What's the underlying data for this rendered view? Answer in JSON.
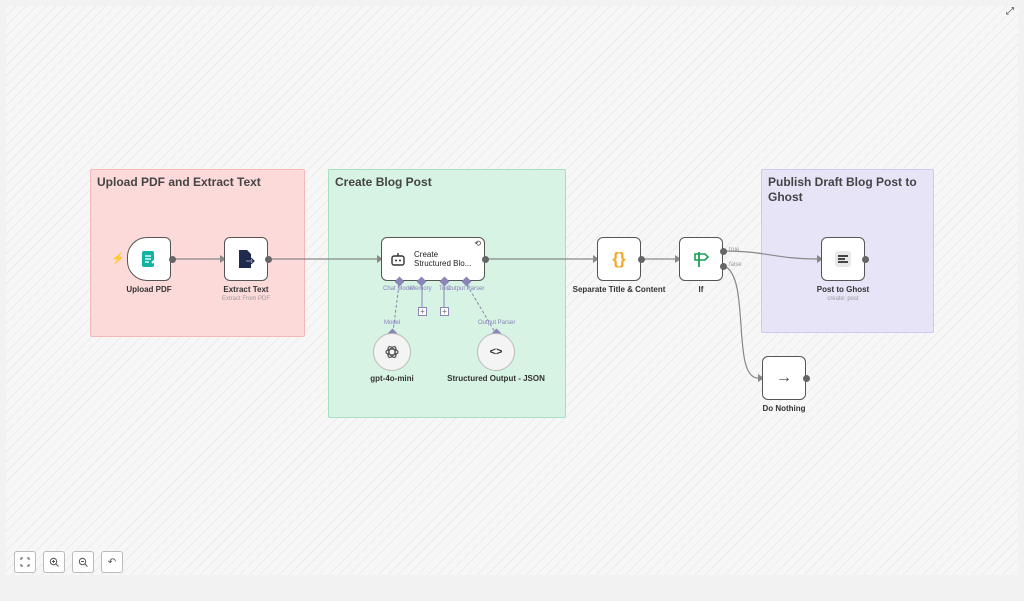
{
  "stickies": {
    "upload": "Upload PDF and Extract Text",
    "create": "Create Blog Post",
    "publish": "Publish Draft Blog Post to Ghost"
  },
  "nodes": {
    "upload_pdf": {
      "label": "Upload PDF"
    },
    "extract_text": {
      "label": "Extract Text",
      "subtitle": "Extract From PDF"
    },
    "create_post": {
      "label": "Create Structured Blo..."
    },
    "separate": {
      "label": "Separate Title & Content"
    },
    "if_node": {
      "label": "If",
      "true_label": "true",
      "false_label": "false"
    },
    "post_ghost": {
      "label": "Post to Ghost",
      "subtitle": "create: post"
    },
    "do_nothing": {
      "label": "Do Nothing"
    },
    "model": {
      "label": "gpt-4o-mini",
      "connector": "Model"
    },
    "output_json": {
      "label": "Structured Output - JSON",
      "connector": "Output Parser"
    }
  },
  "agent_ports": {
    "chat_model": "Chat Model",
    "memory": "Memory",
    "tool": "Tool",
    "output_parser": "Output Parser"
  },
  "controls": {
    "fit": "fit-view",
    "zoom_in": "zoom-in",
    "zoom_out": "zoom-out",
    "reset": "reset-zoom"
  },
  "colors": {
    "pink_note": "#fddada",
    "green_note": "#d6f3e3",
    "purple_note": "#e7e4f8",
    "trigger_bolt": "#ff6d5a",
    "json_brace": "#f5a623",
    "if_green": "#1aa054"
  }
}
